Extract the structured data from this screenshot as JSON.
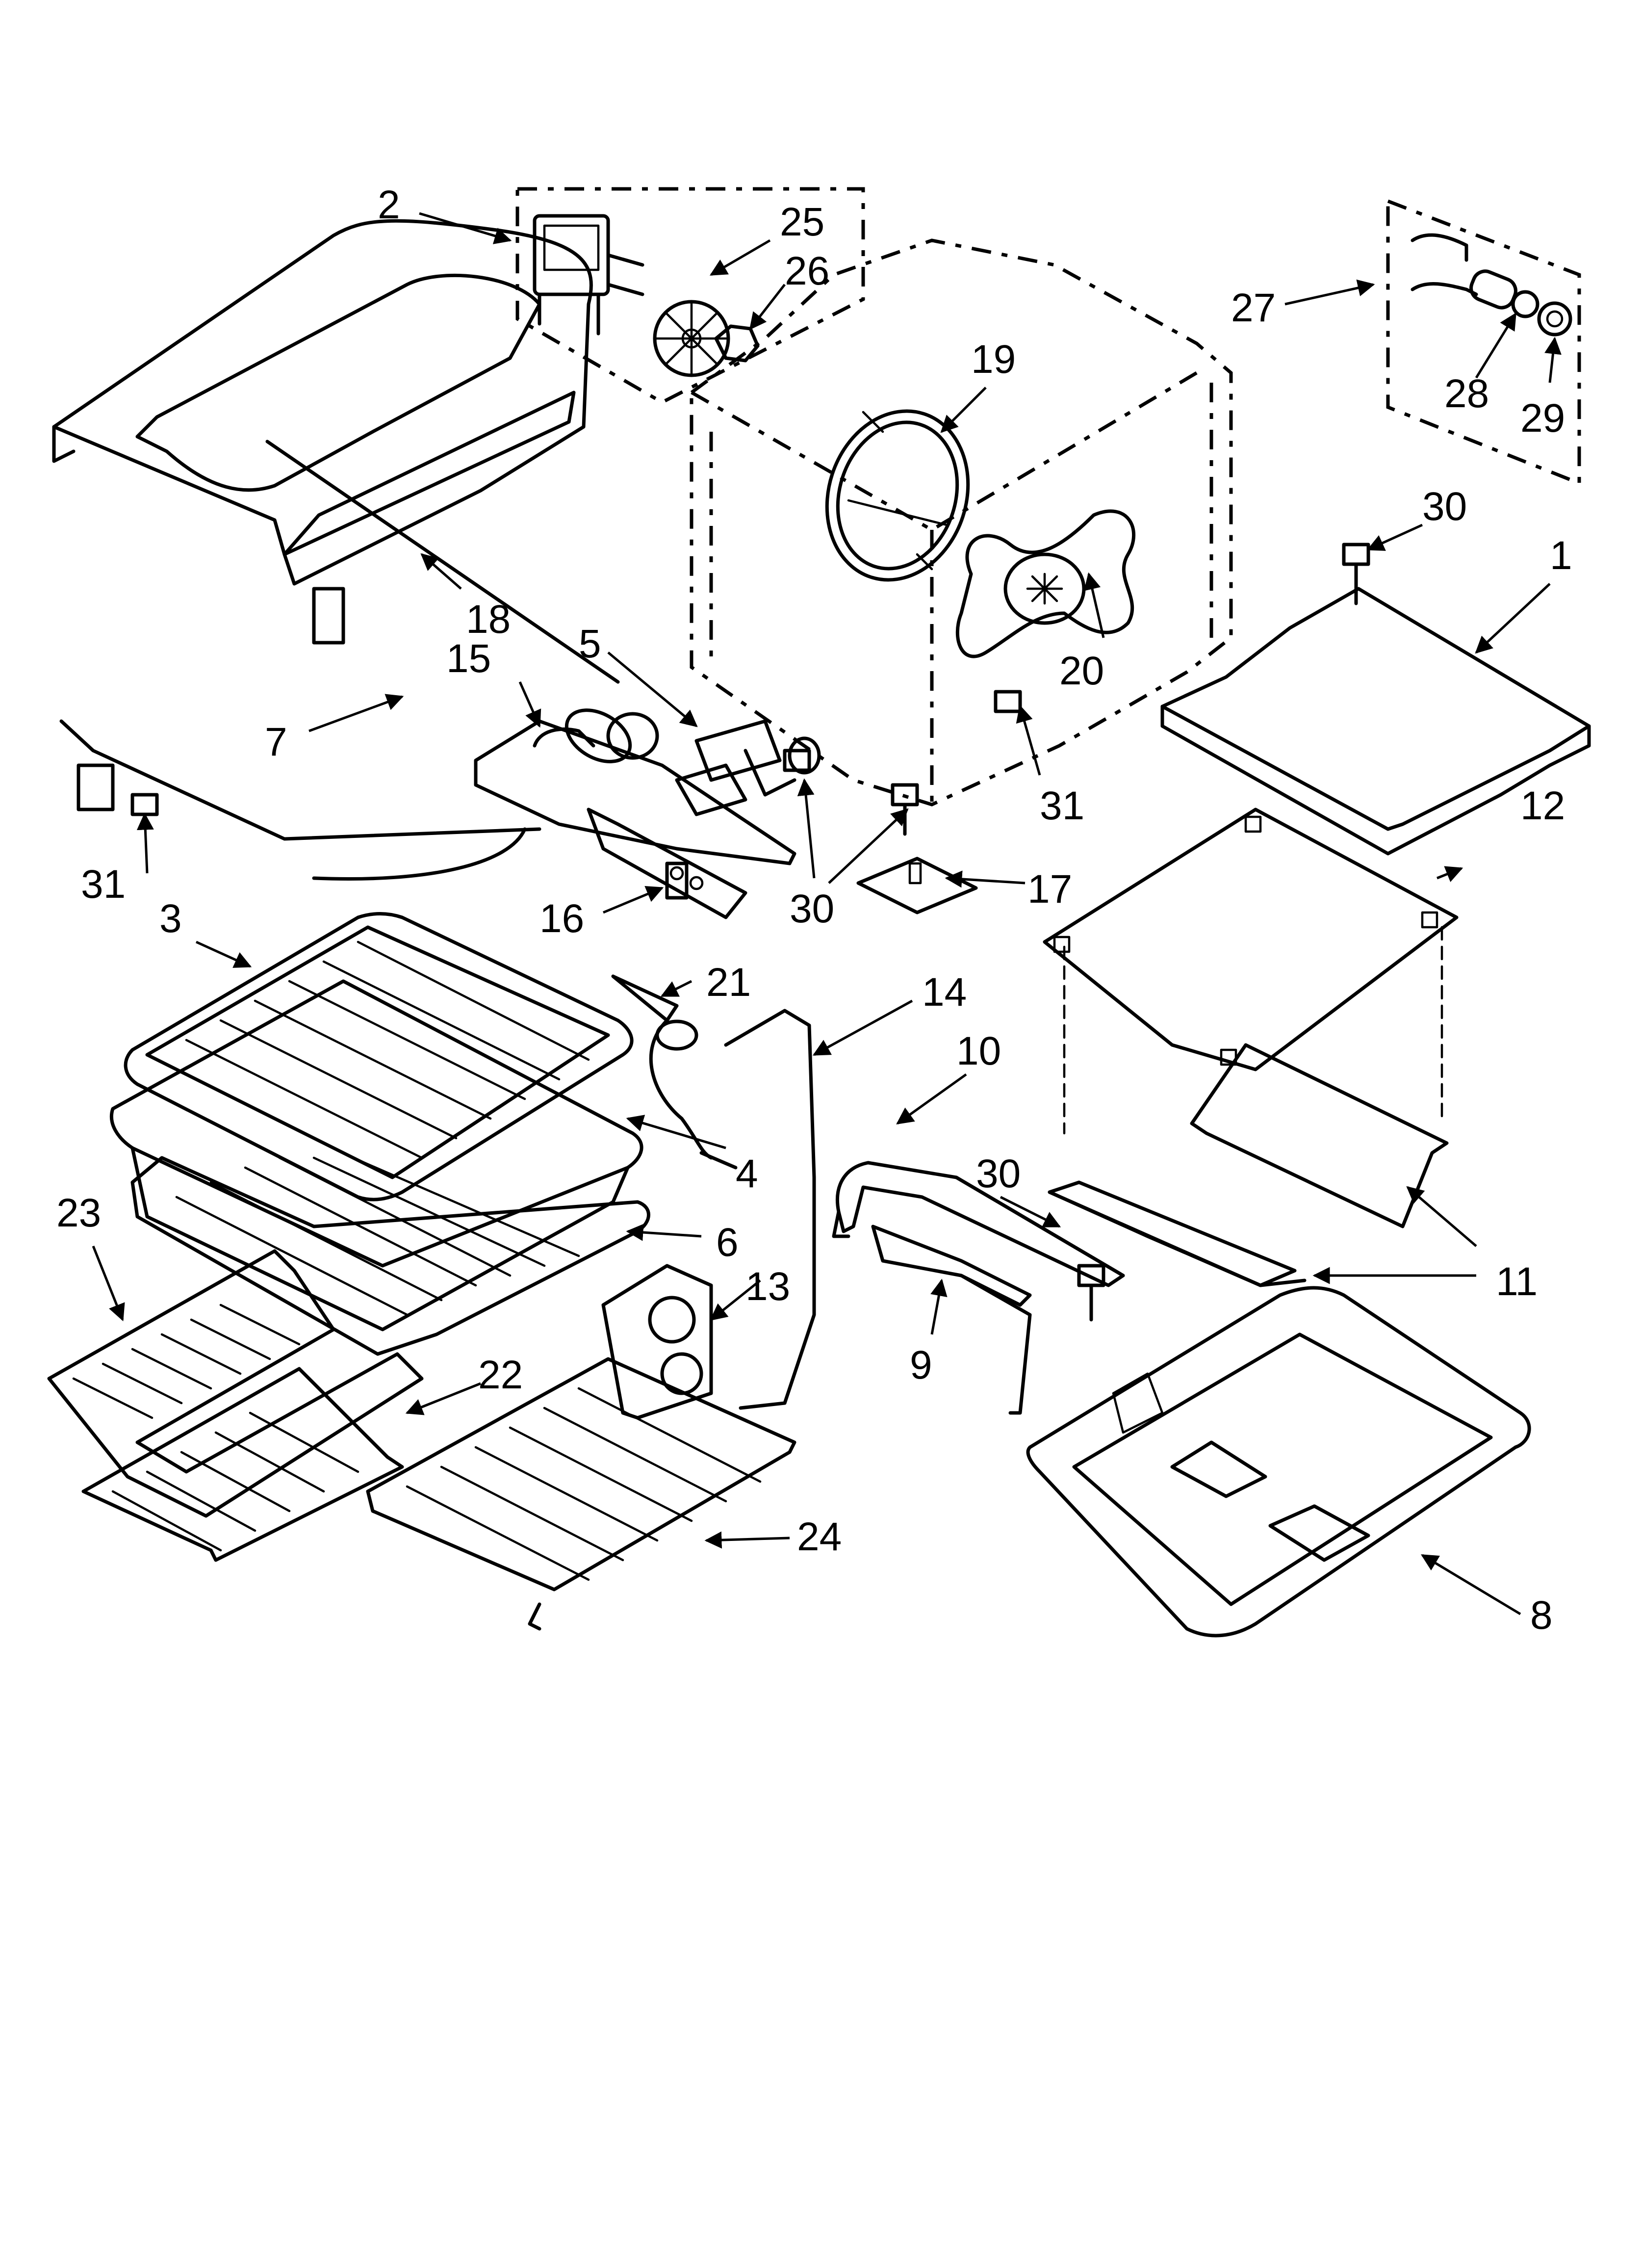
{
  "callouts": [
    {
      "id": "c1",
      "text": "1"
    },
    {
      "id": "c2",
      "text": "2"
    },
    {
      "id": "c3",
      "text": "3"
    },
    {
      "id": "c4",
      "text": "4"
    },
    {
      "id": "c5",
      "text": "5"
    },
    {
      "id": "c6",
      "text": "6"
    },
    {
      "id": "c7",
      "text": "7"
    },
    {
      "id": "c8",
      "text": "8"
    },
    {
      "id": "c9",
      "text": "9"
    },
    {
      "id": "c10",
      "text": "10"
    },
    {
      "id": "c11",
      "text": "11"
    },
    {
      "id": "c12",
      "text": "12"
    },
    {
      "id": "c13",
      "text": "13"
    },
    {
      "id": "c14",
      "text": "14"
    },
    {
      "id": "c15",
      "text": "15"
    },
    {
      "id": "c16",
      "text": "16"
    },
    {
      "id": "c17",
      "text": "17"
    },
    {
      "id": "c18",
      "text": "18"
    },
    {
      "id": "c19",
      "text": "19"
    },
    {
      "id": "c20",
      "text": "20"
    },
    {
      "id": "c21",
      "text": "21"
    },
    {
      "id": "c22",
      "text": "22"
    },
    {
      "id": "c23",
      "text": "23"
    },
    {
      "id": "c24",
      "text": "24"
    },
    {
      "id": "c25",
      "text": "25"
    },
    {
      "id": "c26",
      "text": "26"
    },
    {
      "id": "c27",
      "text": "27"
    },
    {
      "id": "c28",
      "text": "28"
    },
    {
      "id": "c29",
      "text": "29"
    },
    {
      "id": "c30a",
      "text": "30"
    },
    {
      "id": "c30b",
      "text": "30"
    },
    {
      "id": "c30c",
      "text": "30"
    },
    {
      "id": "c31a",
      "text": "31"
    },
    {
      "id": "c31b",
      "text": "31"
    }
  ]
}
